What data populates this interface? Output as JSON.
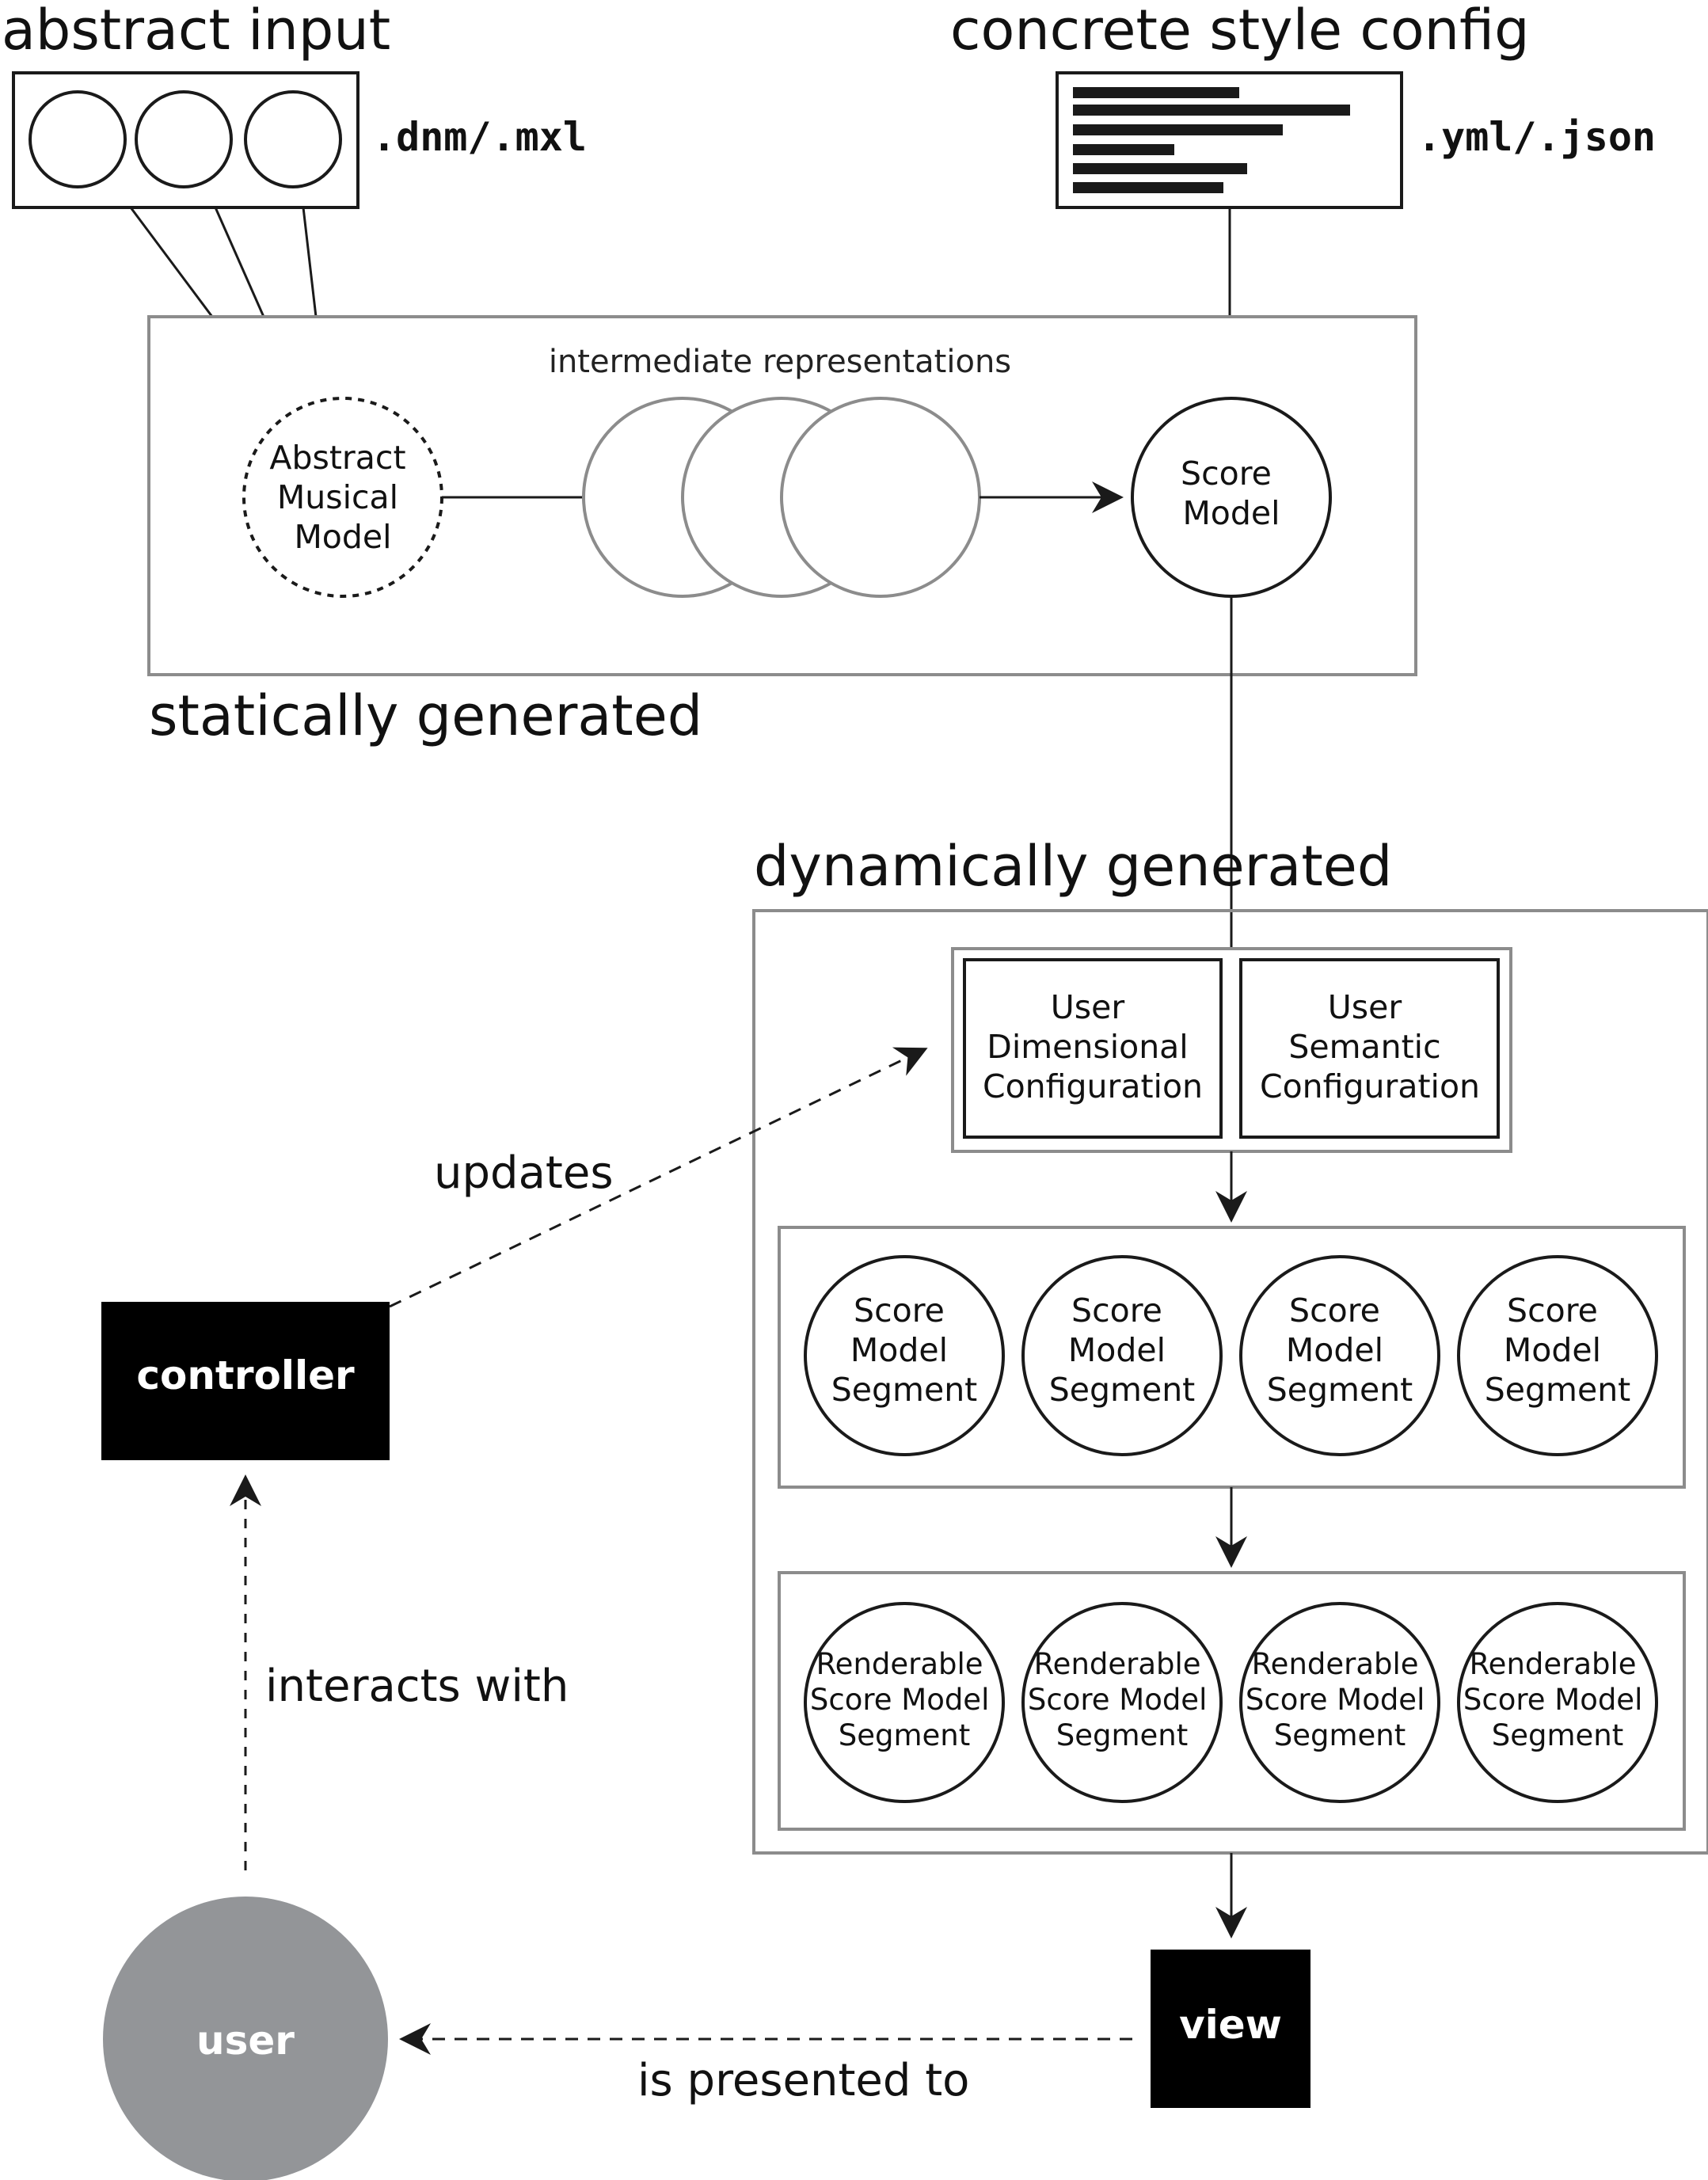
{
  "headings": {
    "abstract_input": "abstract input",
    "concrete_style_config": "concrete style config",
    "statically_generated": "statically generated",
    "dynamically_generated": "dynamically generated"
  },
  "formats": {
    "input": ".dnm/.mxl",
    "config": ".yml/.json"
  },
  "static_section": {
    "intermediate_label": "intermediate representations",
    "abstract_model_lines": [
      "Abstract",
      "Musical",
      "Model"
    ],
    "score_model_lines": [
      "Score",
      "Model"
    ]
  },
  "dynamic_section": {
    "user_dimensional_lines": [
      "User",
      "Dimensional",
      "Configuration"
    ],
    "user_semantic_lines": [
      "User",
      "Semantic",
      "Configuration"
    ],
    "segments": [
      [
        "Score",
        "Model",
        "Segment"
      ],
      [
        "Score",
        "Model",
        "Segment"
      ],
      [
        "Score",
        "Model",
        "Segment"
      ],
      [
        "Score",
        "Model",
        "Segment"
      ]
    ],
    "renderable_segments": [
      [
        "Renderable",
        "Score Model",
        "Segment"
      ],
      [
        "Renderable",
        "Score Model",
        "Segment"
      ],
      [
        "Renderable",
        "Score Model",
        "Segment"
      ],
      [
        "Renderable",
        "Score Model",
        "Segment"
      ]
    ]
  },
  "actors": {
    "controller": "controller",
    "user": "user",
    "view": "view"
  },
  "edges": {
    "updates": "updates",
    "interacts_with": "interacts with",
    "is_presented_to": "is presented to"
  },
  "colors": {
    "line": "#1a1a1a",
    "box_gray": "#8c8c8c",
    "user_fill": "#939598",
    "actor_fill": "#000000"
  }
}
